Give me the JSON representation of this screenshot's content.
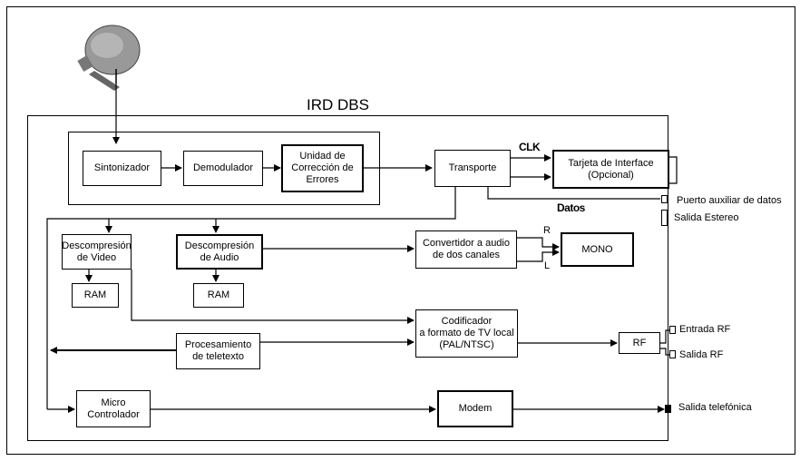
{
  "title": "IRD DBS",
  "blocks": {
    "sintonizador": "Sintonizador",
    "demodulador": "Demodulador",
    "correccion": "Unidad de\nCorrección de\nErrores",
    "transporte": "Transporte",
    "tarjeta": "Tarjeta de Interface\n(Opcional)",
    "desc_video": "Descompresión\nde Video",
    "desc_audio": "Descompresión\nde Audio",
    "ram_video": "RAM",
    "ram_audio": "RAM",
    "convertidor": "Convertidor a audio\nde dos canales",
    "mono": "MONO",
    "codificador": "Codificador\na formato de TV local\n(PAL/NTSC)",
    "rf": "RF",
    "teletexto": "Procesamiento\nde teletexto",
    "micro": "Micro\nControlador",
    "modem": "Modem"
  },
  "signals": {
    "clk": "CLK",
    "datos": "Datos",
    "r": "R",
    "l": "L"
  },
  "ports": {
    "puerto_aux": "Puerto auxiliar de datos",
    "salida_estereo": "Salida Estereo",
    "entrada_rf": "Entrada RF",
    "salida_rf": "Salida RF",
    "salida_tel": "Salida telefónica"
  }
}
